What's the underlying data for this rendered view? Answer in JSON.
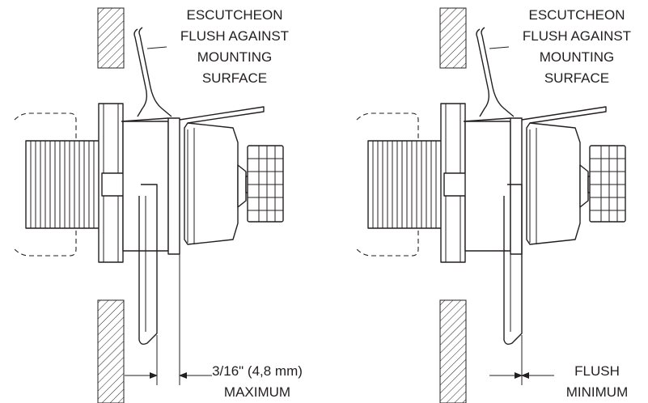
{
  "left_view": {
    "callout": [
      "ESCUTCHEON",
      "FLUSH AGAINST",
      "MOUNTING",
      "SURFACE"
    ],
    "dimension": [
      "3/16\" (4,8 mm)",
      "MAXIMUM"
    ]
  },
  "right_view": {
    "callout": [
      "ESCUTCHEON",
      "FLUSH AGAINST",
      "MOUNTING",
      "SURFACE"
    ],
    "dimension": [
      "FLUSH",
      "MINIMUM"
    ]
  }
}
